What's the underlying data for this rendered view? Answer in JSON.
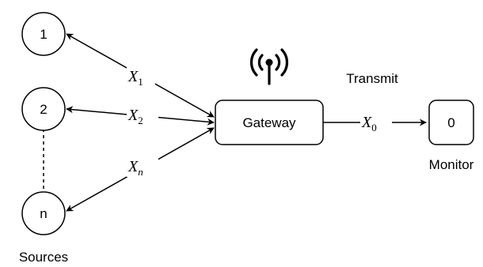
{
  "sources": [
    {
      "label": "1"
    },
    {
      "label": "2"
    },
    {
      "label": "n"
    }
  ],
  "sources_caption": "Sources",
  "gateway": {
    "label": "Gateway",
    "antenna_icon": "wireless-antenna-icon"
  },
  "monitor": {
    "label": "0",
    "caption": "Monitor"
  },
  "transmit_label": "Transmit",
  "edges": [
    {
      "var": "X",
      "sub": "1"
    },
    {
      "var": "X",
      "sub": "2"
    },
    {
      "var": "X",
      "sub": "n"
    },
    {
      "var": "X",
      "sub": "0"
    }
  ]
}
